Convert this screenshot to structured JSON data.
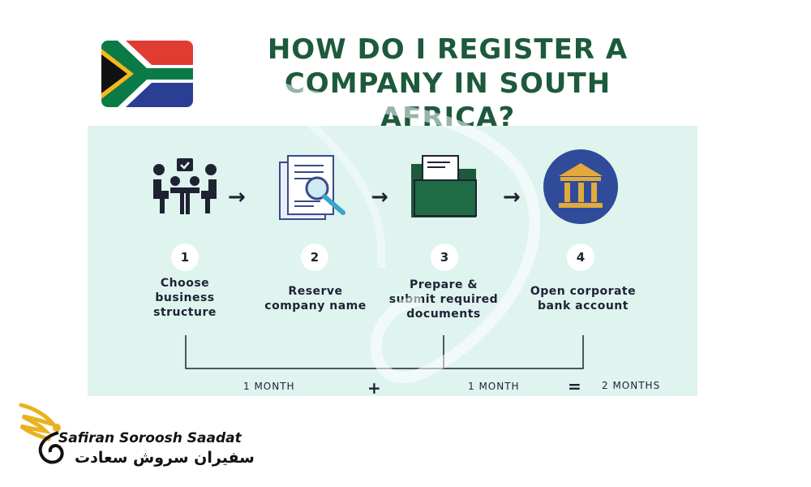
{
  "title": {
    "line1": "HOW DO I REGISTER A",
    "line2": "COMPANY IN SOUTH AFRICA?"
  },
  "flag": {
    "icon": "south-africa-flag-icon"
  },
  "steps": [
    {
      "number": "1",
      "label": "Choose business structure",
      "icon": "people-meeting-icon"
    },
    {
      "number": "2",
      "label": "Reserve company name",
      "icon": "document-search-icon"
    },
    {
      "number": "3",
      "label": "Prepare & submit required documents",
      "icon": "folder-documents-icon"
    },
    {
      "number": "4",
      "label": "Open corporate bank account",
      "icon": "bank-icon"
    }
  ],
  "arrows": [
    "→",
    "→",
    "→"
  ],
  "timeline": {
    "segment1": "1 MONTH",
    "plus": "+",
    "segment2": "1 MONTH",
    "equals": "=",
    "total": "2 MONTHS"
  },
  "logo": {
    "english": "Safiran Soroosh Saadat",
    "persian": "سفیران سروش سعادت"
  },
  "colors": {
    "title": "#1d5a3c",
    "panel": "#dff3ef",
    "folder": "#1d5a3c",
    "bank_circle": "#2f4b9a",
    "bank_building": "#e2a93b",
    "logo_gold": "#e9b21f"
  }
}
